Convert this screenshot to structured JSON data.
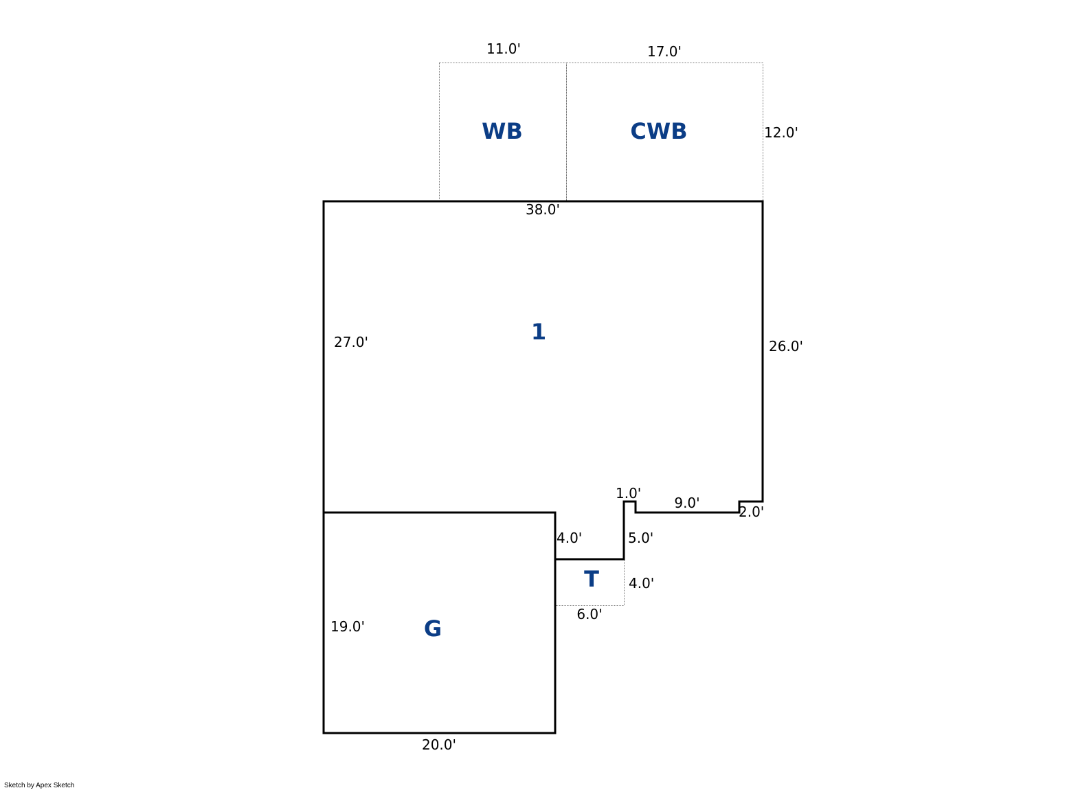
{
  "areas": {
    "wb": "WB",
    "cwb": "CWB",
    "main": "1",
    "garage": "G",
    "t": "T"
  },
  "dimensions": {
    "wb_top": "11.0'",
    "cwb_top": "17.0'",
    "cwb_right": "12.0'",
    "main_top": "38.0'",
    "main_left": "27.0'",
    "main_right": "26.0'",
    "notch_top": "1.0'",
    "notch_run": "9.0'",
    "notch_right": "2.0'",
    "step_left": "4.0'",
    "step_right": "5.0'",
    "t_right": "4.0'",
    "t_bottom": "6.0'",
    "garage_left": "19.0'",
    "garage_bottom": "20.0'"
  },
  "credit": "Sketch by Apex Sketch",
  "colors": {
    "area_label": "#0b3d86",
    "wall": "#000000"
  }
}
